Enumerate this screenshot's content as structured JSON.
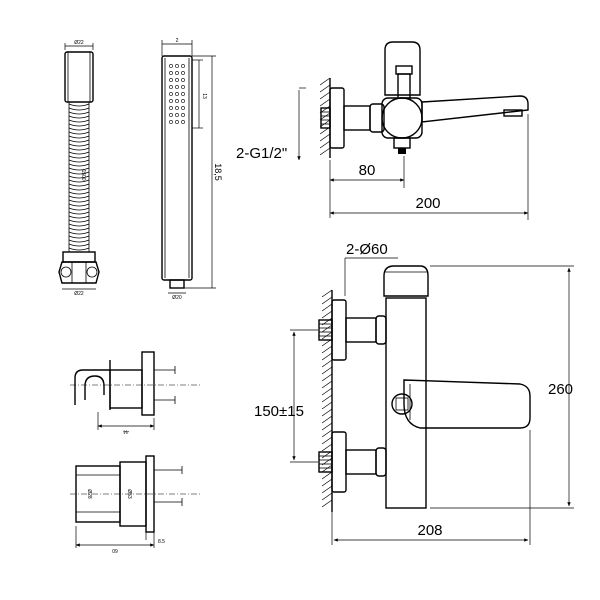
{
  "hose": {
    "top_width": "Ø22",
    "length": "1500",
    "bottom_width": "Ø22"
  },
  "handshower": {
    "top_width": "2",
    "face_length": "13",
    "total_length": "18,5",
    "bottom_width": "Ø20"
  },
  "holder": {
    "depth": "44",
    "body_diameter": "Ø28",
    "flange_diameter": "Ø53",
    "flange_offset": "8.5",
    "total_depth": "60"
  },
  "side_view": {
    "thread": "2-G1/2\"",
    "outlet_distance": "80",
    "projection": "200"
  },
  "front_view": {
    "cover_diameter": "2-Ø60",
    "center_distance": "150±15",
    "height": "260",
    "width": "208"
  }
}
